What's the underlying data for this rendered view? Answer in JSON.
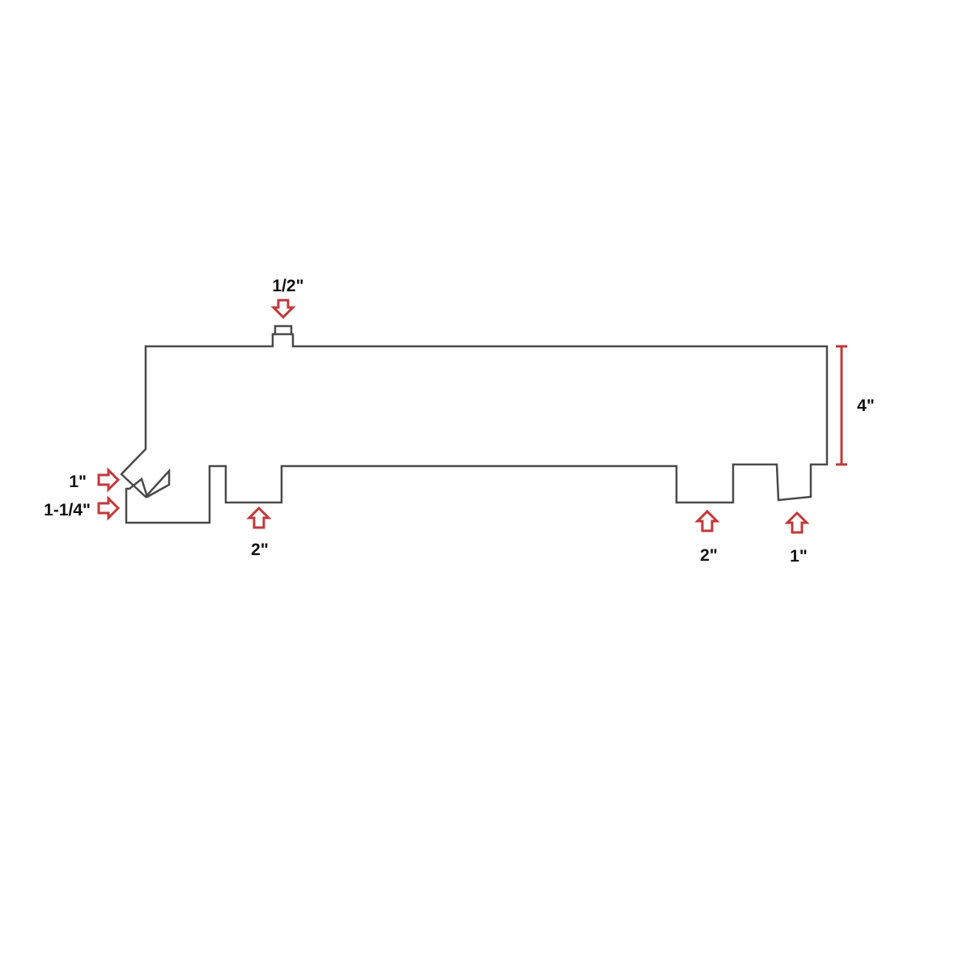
{
  "labels": {
    "top_port": "1/2\"",
    "height": "4\"",
    "left_upper_port": "1\"",
    "left_lower_port": "1-1/4\"",
    "bottom_port_left": "2\"",
    "bottom_port_middle": "2\"",
    "bottom_port_right": "1\""
  },
  "colors": {
    "outline": "#4a4a4a",
    "arrow": "#c0393b",
    "text": "#111111",
    "background": "#ffffff"
  }
}
